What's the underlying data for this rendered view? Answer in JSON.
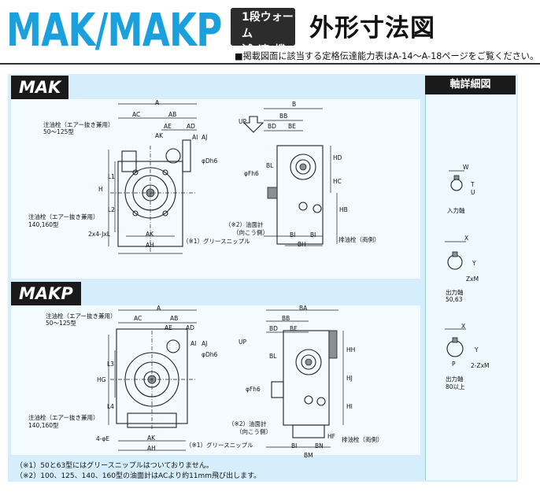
{
  "header": {
    "model": "MAK/MAKP",
    "badge_line1": "1段ウォーム",
    "badge_line2": "減速機",
    "title": "外形寸法図",
    "note": "■掲載図面に該当する定格伝達能力表はA-14～A-18ページをご覧ください。"
  },
  "sections": [
    {
      "label": "MAK"
    },
    {
      "label": "MAKP"
    }
  ],
  "detail": {
    "title": "軸詳細図",
    "input_label": "入力軸",
    "output1_label": "出力軸",
    "output1_sizes": "50,63",
    "output2_label": "出力軸",
    "output2_sizes": "80以上"
  },
  "mak_labels": {
    "A": "A",
    "AC": "AC",
    "AB": "AB",
    "AE": "AE",
    "AD": "AD",
    "AK1": "AK",
    "AJ": "AJ",
    "AI": "AI",
    "H": "H",
    "L1": "L1",
    "L2": "L2",
    "AK2": "AK",
    "AH": "AH",
    "phiDh6": "φDh6",
    "oil_top": "注油栓（エアー抜き兼用）",
    "oil_top_size": "50～125型",
    "oil_mid": "注油栓（エアー抜き兼用）",
    "oil_mid_size": "140,160型",
    "bolt": "2x4-JxL",
    "grease": "（※1）グリースニップル",
    "B": "B",
    "BB": "BB",
    "BD": "BD",
    "BE": "BE",
    "UP": "UP",
    "BL": "BL",
    "phiFh6": "φFh6",
    "HD": "HD",
    "HC": "HC",
    "HB": "HB",
    "gauge": "（※2）油面計",
    "gauge_dir": "（向こう側）",
    "BI1": "BI",
    "BI2": "BI",
    "BH": "BH",
    "drain": "排油栓（両側）"
  },
  "makp_labels": {
    "A": "A",
    "AC": "AC",
    "AB": "AB",
    "AE": "AE",
    "AD": "AD",
    "AI": "AI",
    "AJ": "AJ",
    "HG": "HG",
    "L3": "L3",
    "L4": "L4",
    "AK": "AK",
    "AH": "AH",
    "phiDh6": "φDh6",
    "oil_top": "注油栓（エアー抜き兼用）",
    "oil_top_size": "50～125型",
    "oil_mid": "注油栓（エアー抜き兼用）",
    "oil_mid_size": "140,160型",
    "bolt": "4-φE",
    "grease": "（※1）グリースニップル",
    "BA": "BA",
    "BB": "BB",
    "BD": "BD",
    "BE": "BE",
    "UP": "UP",
    "BL": "BL",
    "phiFh6": "φFh6",
    "HH": "HH",
    "HJ": "HJ",
    "HI": "HI",
    "gauge": "（※2）油面計",
    "gauge_dir": "（向こう側）",
    "HF": "HF",
    "BI": "BI",
    "BN": "BN",
    "BM": "BM",
    "drain": "排油栓（両側）"
  },
  "detail_labels": {
    "W": "W",
    "T": "T",
    "U": "U",
    "X1": "X",
    "Y1": "Y",
    "ZxM1": "ZxM",
    "X2": "X",
    "Y2": "Y",
    "P": "P",
    "ZxM2": "2-ZxM"
  },
  "footnotes": {
    "n1": "（※1）50と63型にはグリースニップルはついておりません。",
    "n2": "（※2）100、125、140、160型の油面計はACより約11mm飛び出します。"
  },
  "colors": {
    "brand": "#1ba0de",
    "panel": "#d6eefb"
  }
}
